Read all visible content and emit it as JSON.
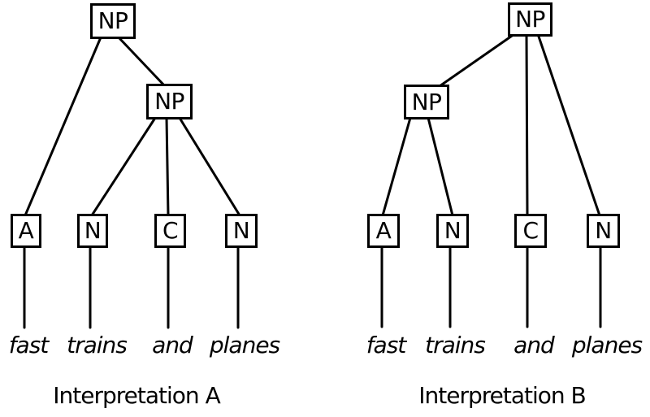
{
  "colors": {
    "background": "#ffffff",
    "line": "#000000",
    "text": "#000000"
  },
  "trees": [
    {
      "caption": "Interpretation A",
      "root_label": "NP",
      "inner_label": "NP",
      "leaves": [
        {
          "pos": "A",
          "word": "fast"
        },
        {
          "pos": "N",
          "word": "trains"
        },
        {
          "pos": "C",
          "word": "and"
        },
        {
          "pos": "N",
          "word": "planes"
        }
      ]
    },
    {
      "caption": "Interpretation B",
      "root_label": "NP",
      "inner_label": "NP",
      "leaves": [
        {
          "pos": "A",
          "word": "fast"
        },
        {
          "pos": "N",
          "word": "trains"
        },
        {
          "pos": "C",
          "word": "and"
        },
        {
          "pos": "N",
          "word": "planes"
        }
      ]
    }
  ]
}
